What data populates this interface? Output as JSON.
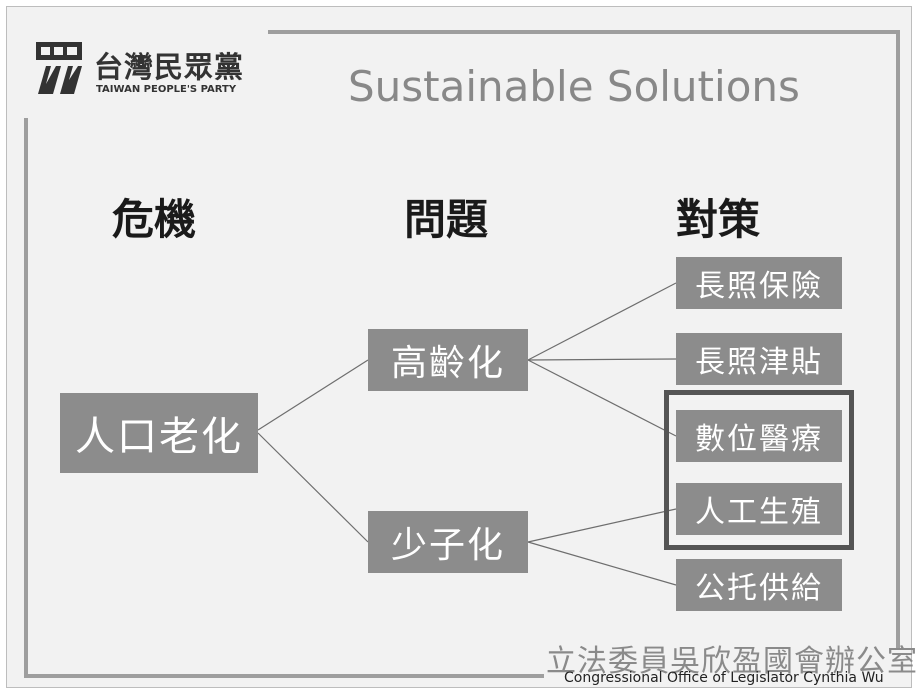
{
  "logo": {
    "icon_glyph": "眾",
    "name_zh": "台灣民眾黨",
    "name_en": "TAIWAN PEOPLE'S PARTY"
  },
  "title": "Sustainable Solutions",
  "columns": {
    "crisis": "危機",
    "issue": "問題",
    "policy": "對策"
  },
  "diagram": {
    "root": "人口老化",
    "issues": [
      {
        "label": "高齡化",
        "solutions": [
          "長照保險",
          "長照津貼",
          "數位醫療"
        ]
      },
      {
        "label": "少子化",
        "solutions": [
          "人工生殖",
          "公托供給"
        ]
      }
    ],
    "solutions": [
      "長照保險",
      "長照津貼",
      "數位醫療",
      "人工生殖",
      "公托供給"
    ],
    "highlighted": [
      "數位醫療",
      "人工生殖"
    ]
  },
  "footer": {
    "office_zh": "立法委員吳欣盈國會辦公室",
    "office_en": "Congressional Office of Legislator Cynthia Wu"
  },
  "colors": {
    "box_fill": "#8c8c8c",
    "box_text": "#ffffff",
    "highlight_border": "#555555",
    "background": "#f2f2f2",
    "title": "#888888"
  }
}
